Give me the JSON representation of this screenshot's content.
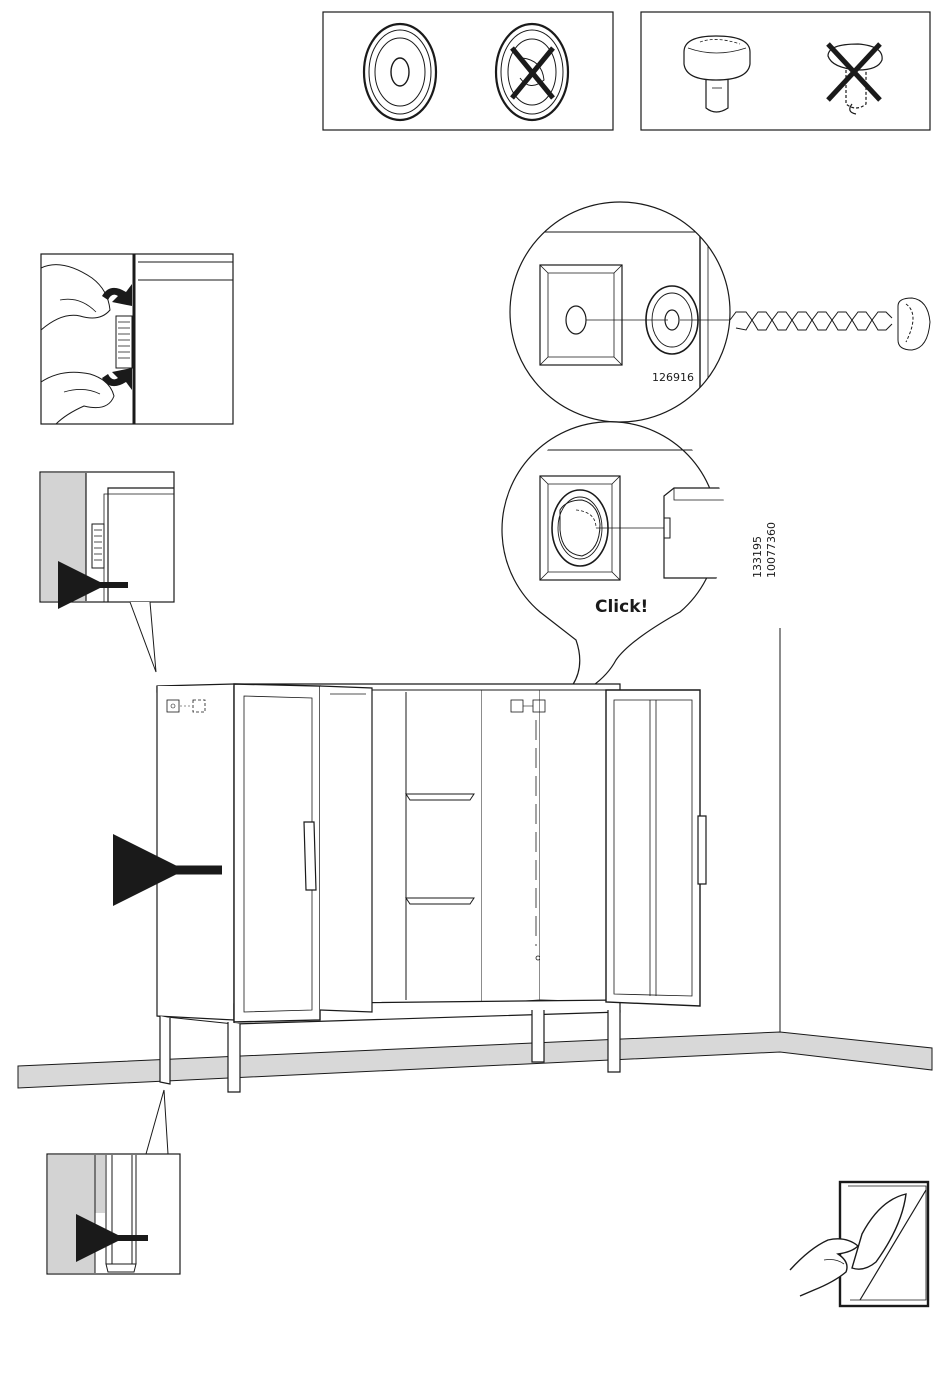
{
  "page": {
    "background": "#ffffff",
    "line_color": "#1a1a1a",
    "wall_shade": "#d3d3d3",
    "floor_shade": "#d8d8d8"
  },
  "callouts": {
    "screw_part_number": "126916",
    "cap_part_number": "133195",
    "cap_part_number_secondary": "10077360",
    "click_text": "Click!"
  },
  "icons": {
    "cam_ok": "cam-lock-correct-icon",
    "cam_wrong": "cam-lock-incorrect-icon",
    "knob_ok": "dowel-knob-correct-icon",
    "knob_wrong": "dowel-knob-incorrect-icon",
    "turn_page": "turn-page-icon",
    "arrow": "arrow-left-icon"
  }
}
